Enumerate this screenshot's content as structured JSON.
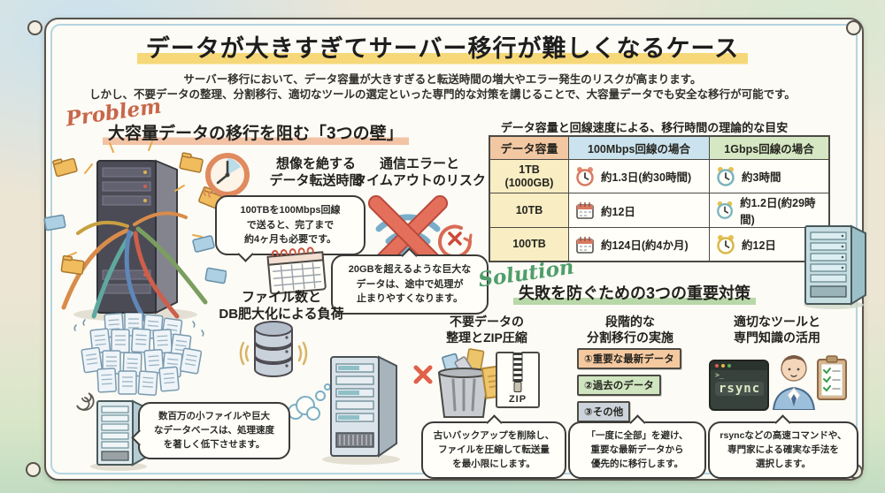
{
  "page": {
    "title": "データが大きすぎてサーバー移行が難しくなるケース",
    "subtitle_line1": "サーバー移行において、データ容量が大きすぎると転送時間の増大やエラー発生のリスクが高まります。",
    "subtitle_line2": "しかし、不要データの整理、分割移行、適切なツールの選定といった専門的な対策を講じることで、大容量データでも安全な移行が可能です。"
  },
  "problem": {
    "label": "Problem",
    "heading": "大容量データの移行を阻む「3つの壁」",
    "items": [
      {
        "icon": "clock-icon",
        "title": "想像を絶する\nデータ転送時間",
        "bubble": "100TBを100Mbps回線\nで送ると、完了まで\n約4ヶ月も必要です。"
      },
      {
        "icon": "wifi-error-icon",
        "title": "通信エラーと\nタイムアウトのリスク",
        "bubble": "20GBを超えるような巨大な\nデータは、途中で処理が\n止まりやすくなります。"
      },
      {
        "icon": "database-icon",
        "title": "ファイル数と\nDB肥大化による負荷",
        "bubble": "数百万の小ファイルや巨大\nなデータベースは、処理速度\nを著しく低下させます。"
      }
    ]
  },
  "table": {
    "title": "データ容量と回線速度による、移行時間の理論的な目安",
    "headers": [
      "データ容量",
      "100Mbps回線の場合",
      "1Gbps回線の場合"
    ],
    "rows": [
      {
        "capacity": "1TB\n(1000GB)",
        "mbps100": "約1.3日(約30時間)",
        "mbps100_icon": "alarm-clock-icon",
        "gbps1": "約3時間",
        "gbps1_icon": "alarm-clock-icon"
      },
      {
        "capacity": "10TB",
        "mbps100": "約12日",
        "mbps100_icon": "calendar-icon",
        "gbps1": "約1.2日(約29時間)",
        "gbps1_icon": "alarm-clock-icon"
      },
      {
        "capacity": "100TB",
        "mbps100": "約124日(約4か月)",
        "mbps100_icon": "calendar-icon",
        "gbps1": "約12日",
        "gbps1_icon": "alarm-clock-icon"
      }
    ]
  },
  "solution": {
    "label": "Solution",
    "heading": "失敗を防ぐための3つの重要対策",
    "items": [
      {
        "title": "不要データの\n整理とZIP圧縮",
        "zip_label": "ZIP",
        "bubble": "古いバックアップを削除し、\nファイルを圧縮して転送量\nを最小限にします。"
      },
      {
        "title": "段階的な\n分割移行の実施",
        "steps": [
          {
            "label": "①重要な最新データ",
            "color": "#f5c9a0"
          },
          {
            "label": "②過去のデータ",
            "color": "#cfe5c0"
          },
          {
            "label": "③その他",
            "color": "#ccd3da"
          }
        ],
        "bubble": "「一度に全部」を避け、\n重要な最新データから\n優先的に移行します。"
      },
      {
        "title": "適切なツールと\n専門知識の活用",
        "terminal_prompt": ">_",
        "terminal_command": "rsync",
        "bubble": "rsyncなどの高速コマンドや、\n専門家による確実な手法を\n選択します。"
      }
    ]
  },
  "colors": {
    "title_highlight": "#f6d878",
    "problem_accent": "#c8674a",
    "problem_underline": "#f3c3a6",
    "solution_accent": "#4e9e6a",
    "solution_underline": "#b9d8a9",
    "table_header_capacity": "#f2c8a3",
    "table_header_100mbps": "#cbe3ee",
    "table_header_1gbps": "#d5e7c3",
    "table_capacity_cell": "#f8edc3",
    "error_red": "#e4705c",
    "wifi_blue": "#79aecb"
  }
}
